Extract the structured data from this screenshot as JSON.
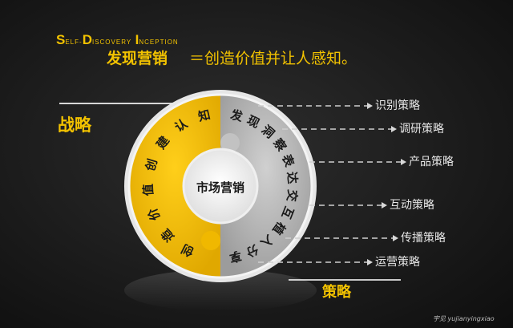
{
  "header": {
    "brand": {
      "s": "S",
      "s_rest": "ELF-",
      "d": "D",
      "d_rest": "ISCOVERY",
      "i": "I",
      "i_rest": "NCEPTION"
    },
    "subtitle": "发现营销",
    "equation": "＝创造价值并让人感知。"
  },
  "labels": {
    "strategy": "战略",
    "tactics": "策略"
  },
  "wheel": {
    "center": "市场营销",
    "left_arc_chars": [
      "创",
      "造",
      "价",
      "值",
      "创",
      "建",
      "认",
      "知"
    ],
    "right_arc_chars": [
      "发",
      "现",
      "洞",
      "察",
      "表",
      "达",
      "交",
      "互",
      "植",
      "入",
      "分",
      "享"
    ]
  },
  "strategies": [
    {
      "label": "识别策略"
    },
    {
      "label": "调研策略"
    },
    {
      "label": "产品策略"
    },
    {
      "label": "互动策略"
    },
    {
      "label": "传播策略"
    },
    {
      "label": "运营策略"
    }
  ],
  "footer": {
    "credit": "宇见 yujianyingxiao"
  },
  "colors": {
    "accent_yellow": "#f2c200",
    "wheel_grey": "#b9b9b9",
    "background": "#1e1e1e"
  }
}
